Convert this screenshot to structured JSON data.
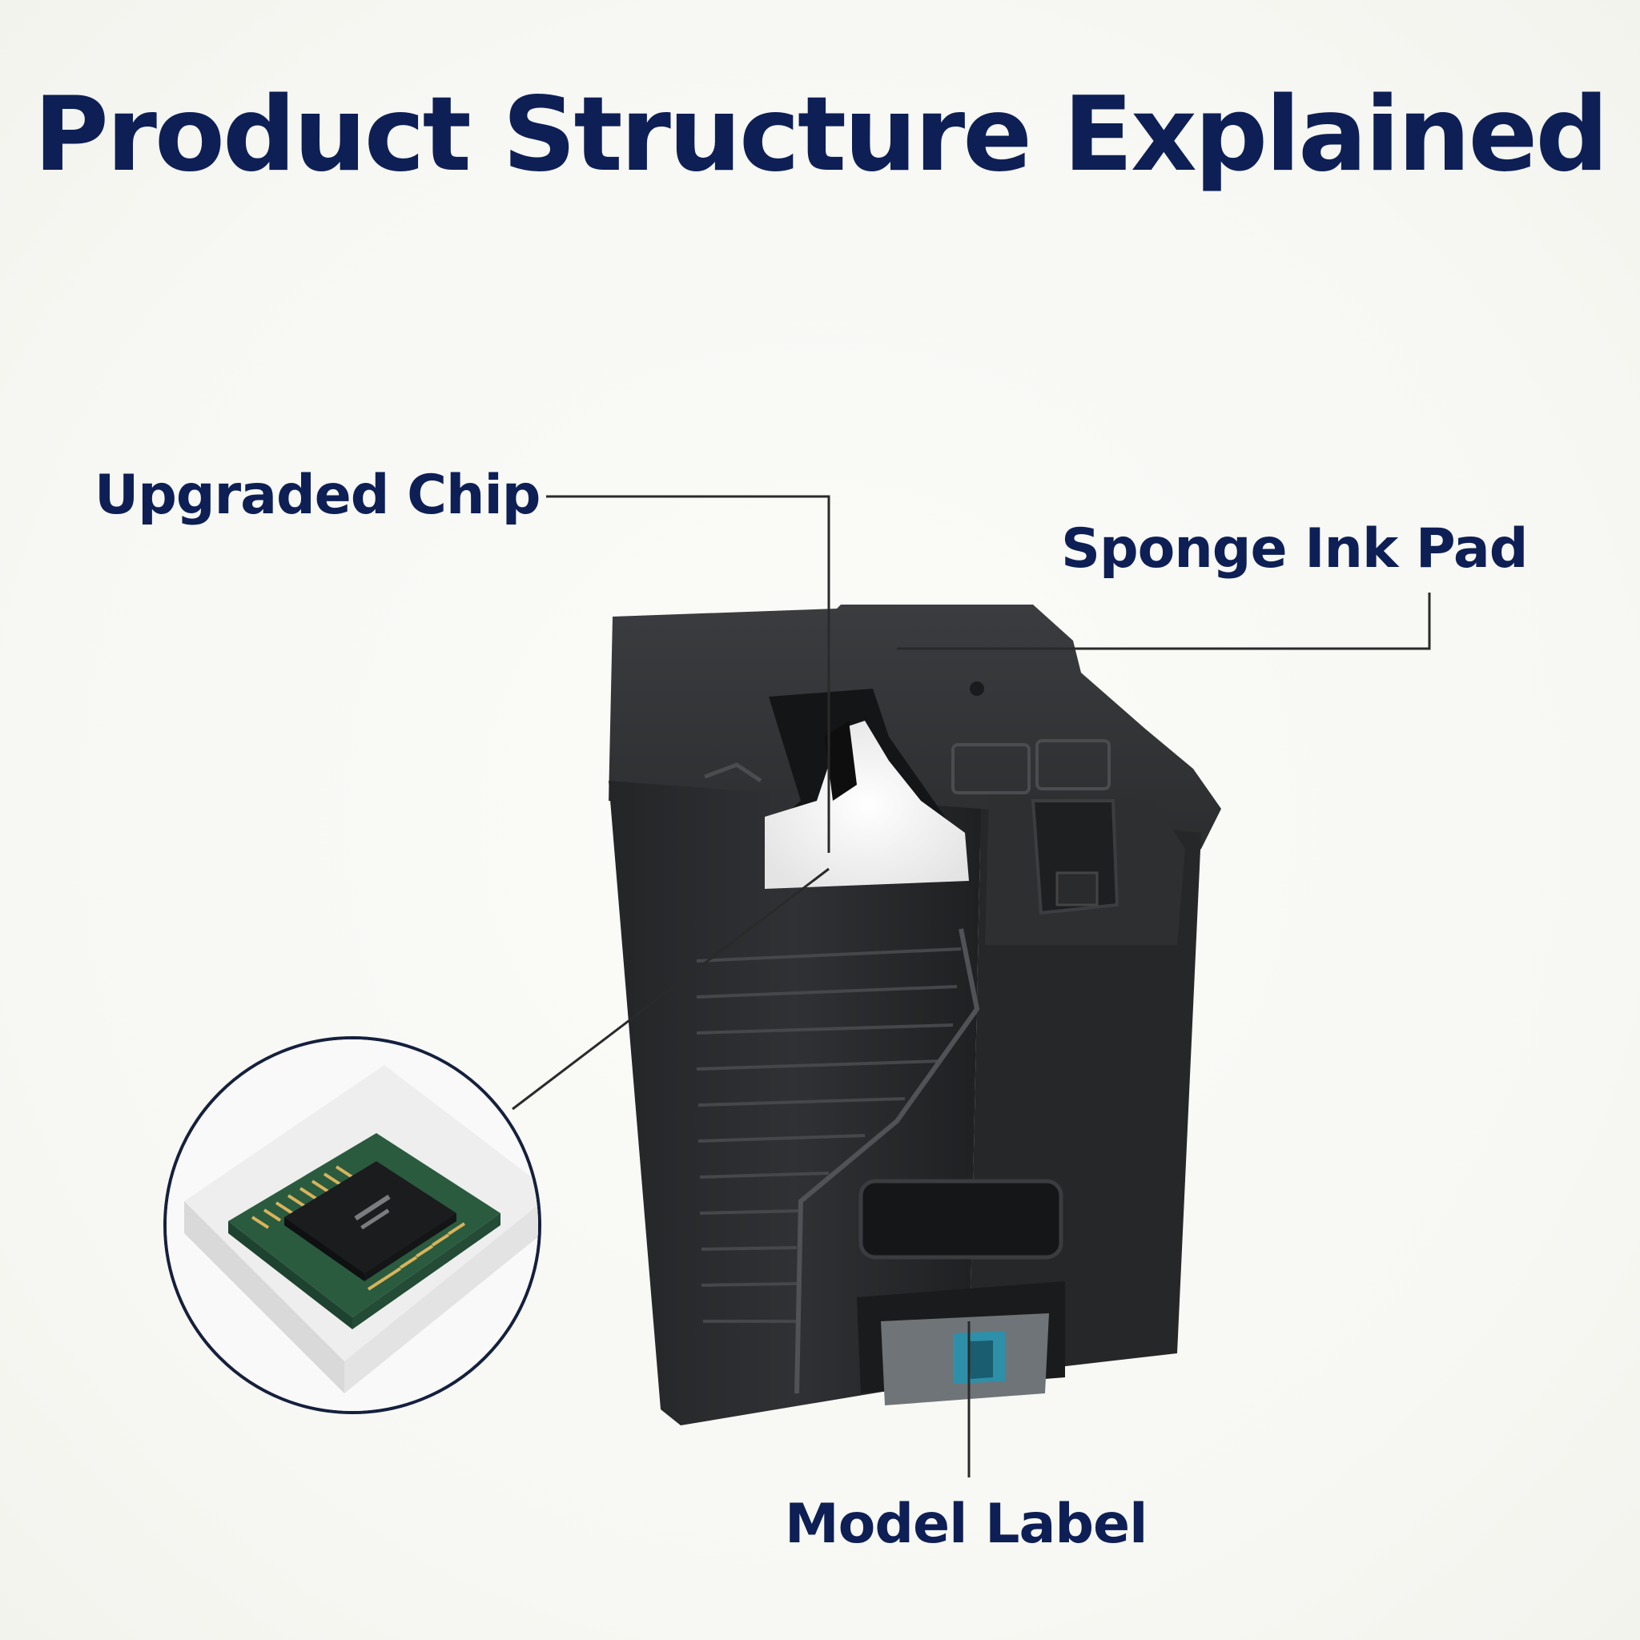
{
  "title": "Product Structure Explained",
  "callouts": {
    "chip": "Upgraded Chip",
    "sponge": "Sponge Ink Pad",
    "model": "Model Label"
  },
  "colors": {
    "title": "#0d1f55",
    "leader": "#2a2a2a",
    "body": "#2b2d30",
    "sponge": "#f2f2f2",
    "chip_board": "#2a5b3f",
    "label_accent": "#2e8fa8"
  },
  "icons": {
    "cartridge": "maintenance-box",
    "chip": "ic-chip-on-sponge"
  }
}
